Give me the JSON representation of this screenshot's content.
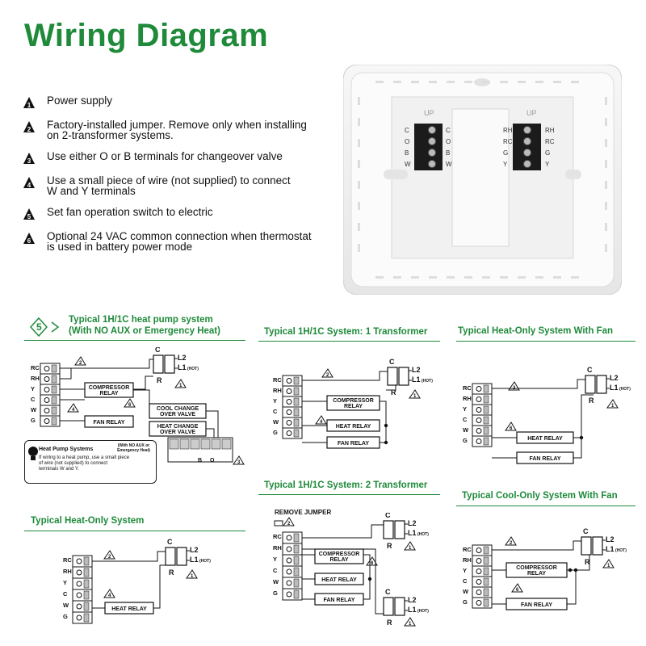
{
  "title": "Wiring Diagram",
  "accent_color": "#1f8a3a",
  "notes": [
    {
      "num": "1",
      "text": "Power supply"
    },
    {
      "num": "2",
      "text": "Factory-installed jumper. Remove only when installing\non 2-transformer systems."
    },
    {
      "num": "3",
      "text": "Use either O or B terminals for changeover valve"
    },
    {
      "num": "4",
      "text": "Use a small piece of wire (not supplied) to connect\nW and Y terminals"
    },
    {
      "num": "5",
      "text": "Set fan operation switch to electric"
    },
    {
      "num": "6",
      "text": "Optional 24 VAC common connection when thermostat\nis used in battery power mode"
    }
  ],
  "base_plate": {
    "left_terminals": [
      "C",
      "O",
      "B",
      "W"
    ],
    "right_terminals": [
      "RH",
      "RC",
      "G",
      "Y"
    ],
    "up_label": "UP"
  },
  "diagrams": {
    "heat_pump": {
      "badge": "5",
      "title_line1": "Typical 1H/1C heat pump system",
      "title_line2": "(With NO AUX or Emergency Heat)",
      "terminals": [
        "RC",
        "RH",
        "Y",
        "C",
        "W",
        "G"
      ],
      "relays": [
        "COMPRESSOR\nRELAY",
        "FAN RELAY",
        "COOL CHANGE\nOVER VALVE",
        "HEAT CHANGE\nOVER VALVE"
      ],
      "block_labels": [
        "B",
        "O"
      ],
      "note_title": "Heat Pump Systems",
      "note_sub": "(With NO AUX or\nEmergency Heat)",
      "note_body": "If wiring to a heat pump, use a small piece\nof wire (not supplied) to connect\nterminals W and Y."
    },
    "one_transformer": {
      "title": "Typical 1H/1C System: 1 Transformer",
      "terminals": [
        "RC",
        "RH",
        "Y",
        "C",
        "W",
        "G"
      ],
      "relays": [
        "COMPRESSOR\nRELAY",
        "HEAT RELAY",
        "FAN RELAY"
      ]
    },
    "heat_only_fan": {
      "title": "Typical Heat-Only System With Fan",
      "terminals": [
        "RC",
        "RH",
        "Y",
        "C",
        "W",
        "G"
      ],
      "relays": [
        "HEAT RELAY",
        "FAN RELAY"
      ]
    },
    "heat_only": {
      "title": "Typical Heat-Only System",
      "terminals": [
        "RC",
        "RH",
        "Y",
        "C",
        "W",
        "G"
      ],
      "relays": [
        "HEAT RELAY"
      ]
    },
    "two_transformer": {
      "title": "Typical 1H/1C System: 2 Transformer",
      "remove_jumper": "REMOVE JUMPER",
      "terminals": [
        "RC",
        "RH",
        "Y",
        "C",
        "W",
        "G"
      ],
      "relays": [
        "COMPRESSOR\nRELAY",
        "HEAT RELAY",
        "FAN RELAY"
      ]
    },
    "cool_only_fan": {
      "title": "Typical Cool-Only System With Fan",
      "terminals": [
        "RC",
        "RH",
        "Y",
        "C",
        "W",
        "G"
      ],
      "relays": [
        "COMPRESSOR\nRELAY",
        "FAN RELAY"
      ]
    }
  },
  "transformer": {
    "c": "C",
    "r": "R",
    "l2": "L2",
    "l1": "L1",
    "hot": "(HOT)"
  }
}
